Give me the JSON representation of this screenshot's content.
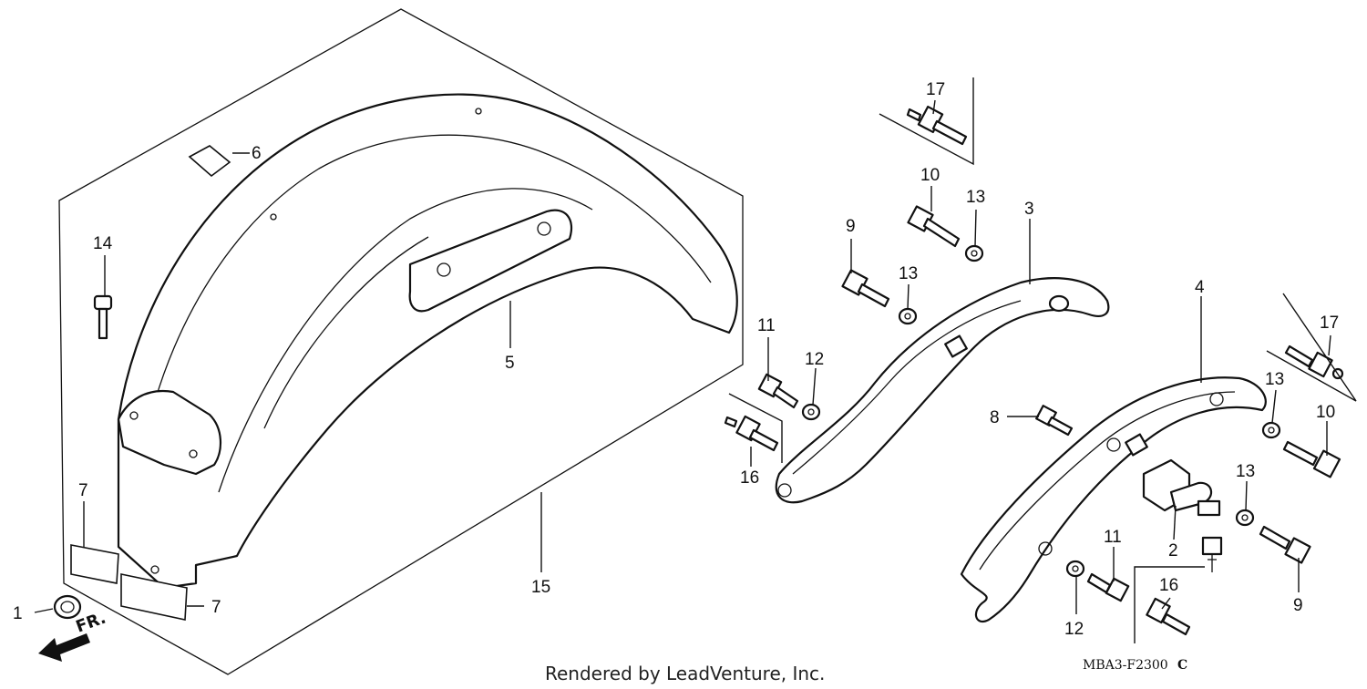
{
  "callouts": [
    {
      "id": "c1",
      "text": "1"
    },
    {
      "id": "c2",
      "text": "2"
    },
    {
      "id": "c3",
      "text": "3"
    },
    {
      "id": "c4",
      "text": "4"
    },
    {
      "id": "c5",
      "text": "5"
    },
    {
      "id": "c6",
      "text": "6"
    },
    {
      "id": "c7a",
      "text": "7"
    },
    {
      "id": "c7b",
      "text": "7"
    },
    {
      "id": "c8",
      "text": "8"
    },
    {
      "id": "c9a",
      "text": "9"
    },
    {
      "id": "c9b",
      "text": "9"
    },
    {
      "id": "c10a",
      "text": "10"
    },
    {
      "id": "c10b",
      "text": "10"
    },
    {
      "id": "c11a",
      "text": "11"
    },
    {
      "id": "c11b",
      "text": "11"
    },
    {
      "id": "c12a",
      "text": "12"
    },
    {
      "id": "c12b",
      "text": "12"
    },
    {
      "id": "c13a",
      "text": "13"
    },
    {
      "id": "c13b",
      "text": "13"
    },
    {
      "id": "c13c",
      "text": "13"
    },
    {
      "id": "c13d",
      "text": "13"
    },
    {
      "id": "c14",
      "text": "14"
    },
    {
      "id": "c15",
      "text": "15"
    },
    {
      "id": "c16a",
      "text": "16"
    },
    {
      "id": "c16b",
      "text": "16"
    },
    {
      "id": "c17a",
      "text": "17"
    },
    {
      "id": "c17b",
      "text": "17"
    }
  ],
  "front_indicator": "FR.",
  "diagram_code": "MBA3-F2300",
  "diagram_code_suffix": "C",
  "footer": "Rendered by LeadVenture, Inc."
}
